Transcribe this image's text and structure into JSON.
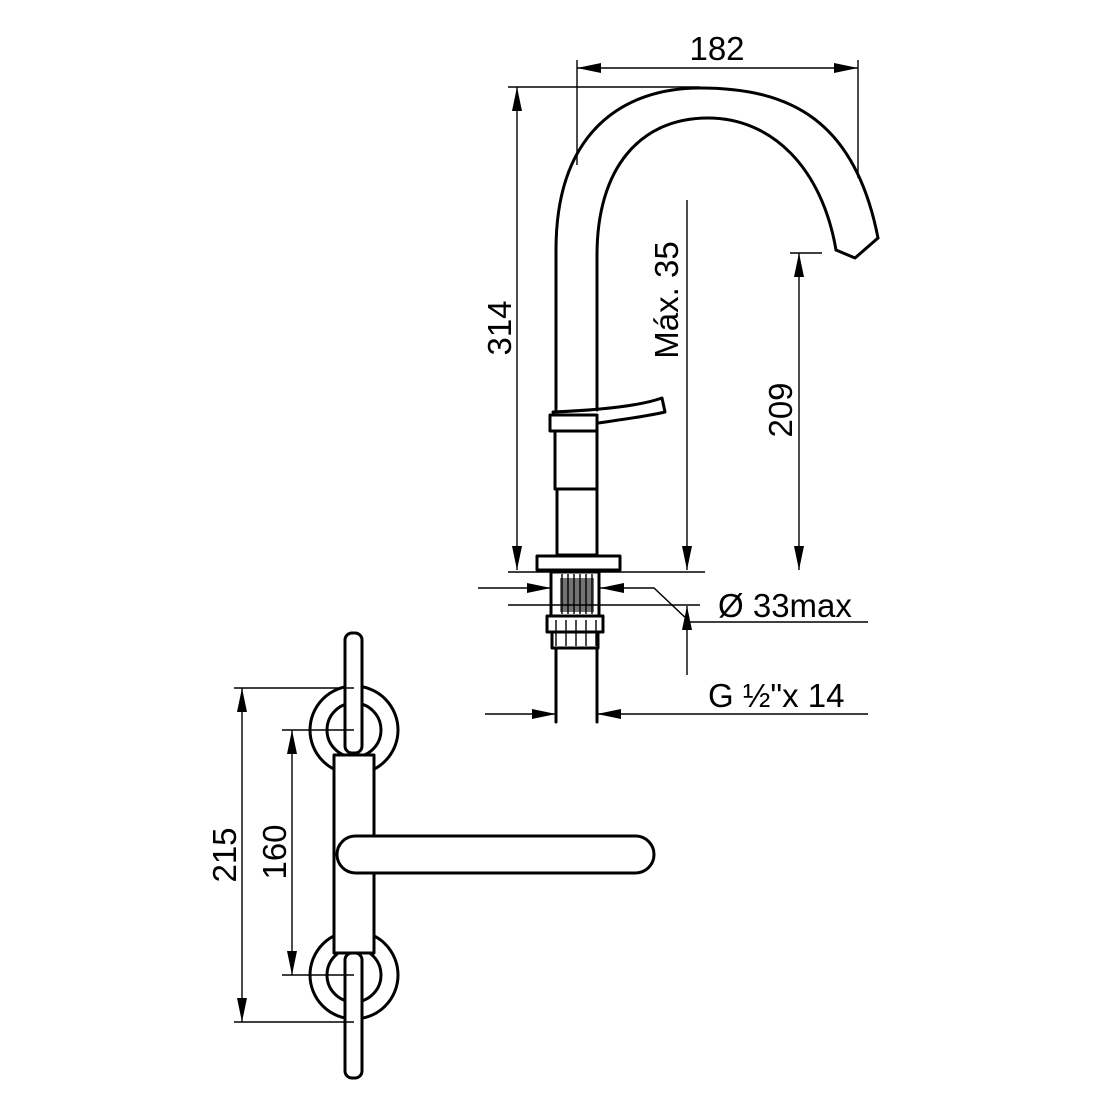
{
  "dimensions": {
    "spout_reach": "182",
    "total_height": "314",
    "max_deck_thickness": "Máx. 35",
    "spout_clearance": "209",
    "hole_diameter": "Ø 33max",
    "connection": "G ½\"x 14",
    "overall_length": "215",
    "centre_distance": "160"
  }
}
